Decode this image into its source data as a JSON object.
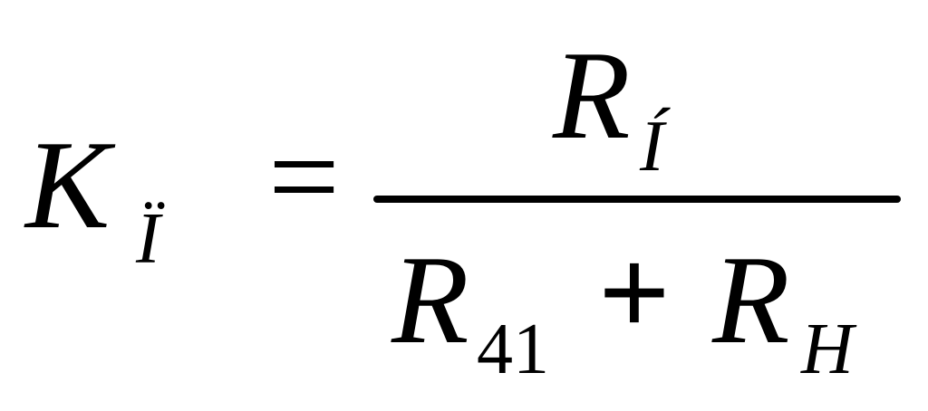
{
  "formula": {
    "lhs": {
      "symbol": "K",
      "subscript": "Ï"
    },
    "equals": "=",
    "numerator": {
      "symbol": "R",
      "subscript": "Í"
    },
    "denominator": {
      "term1": {
        "symbol": "R",
        "subscript": "41"
      },
      "operator": "+",
      "term2": {
        "symbol": "R",
        "subscript": "H"
      }
    }
  }
}
